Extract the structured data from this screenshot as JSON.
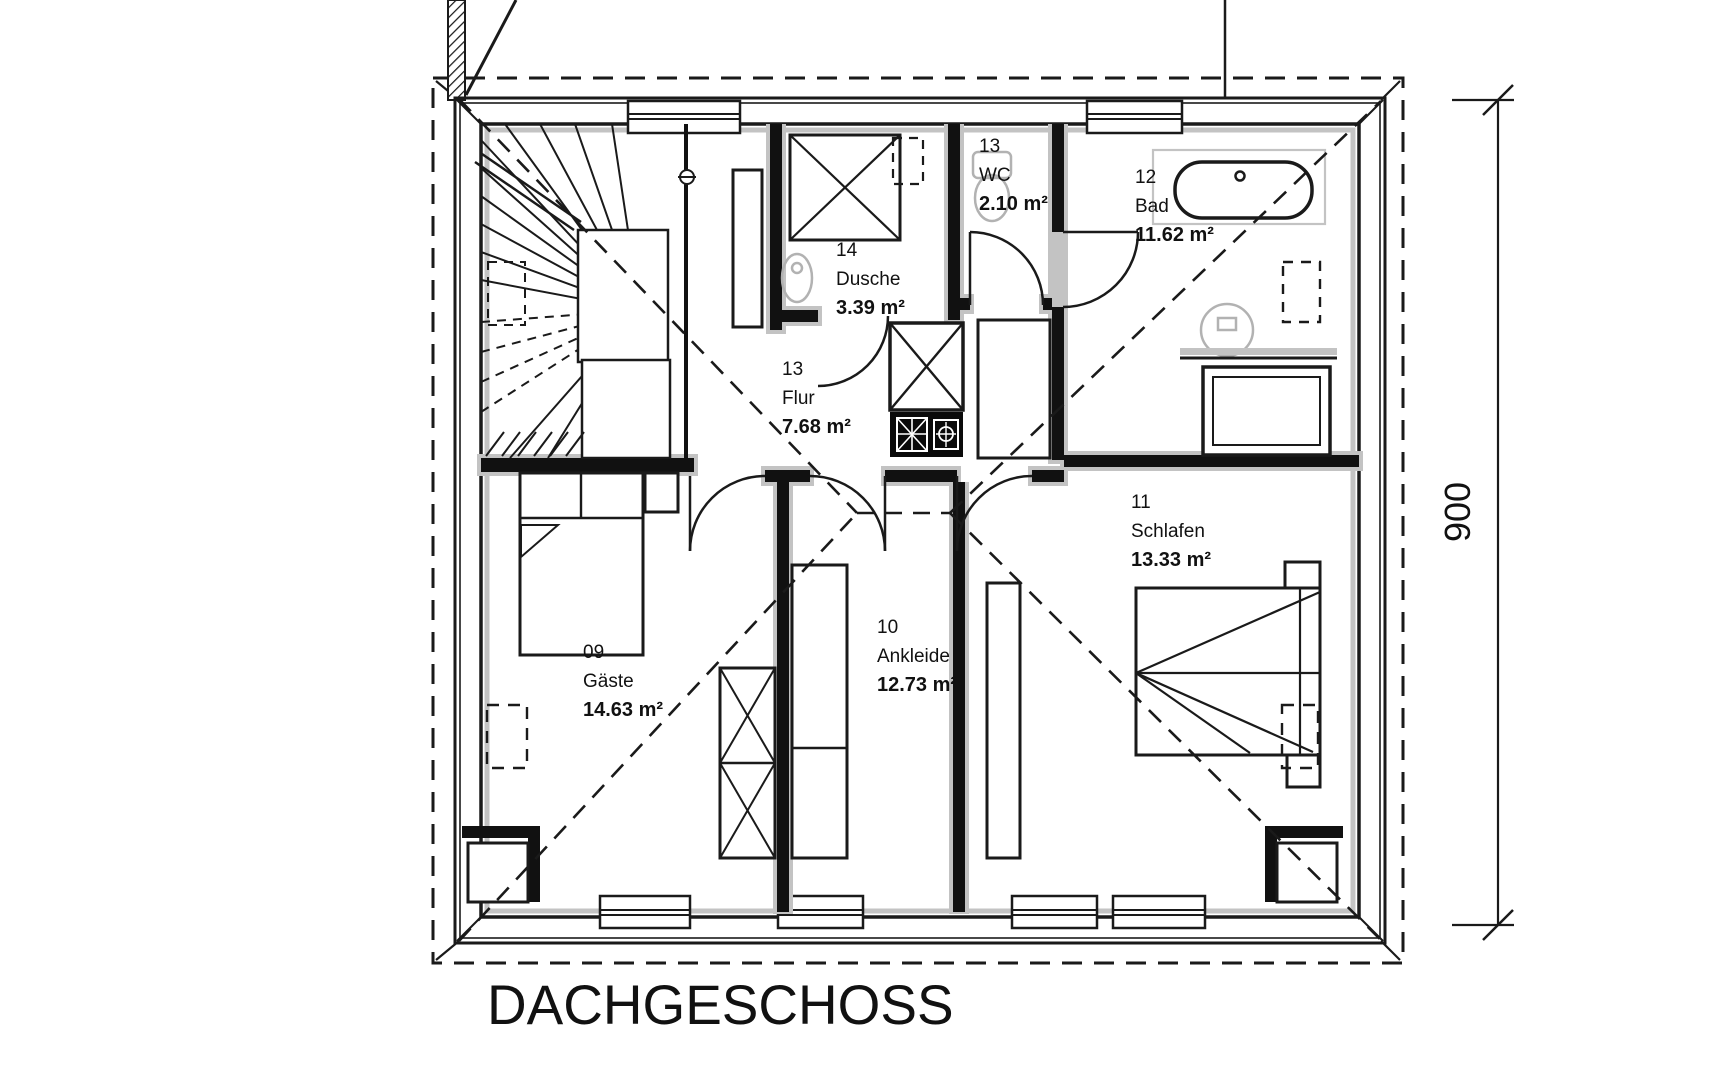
{
  "title": "DACHGESCHOSS",
  "dimension_right": "900",
  "rooms": {
    "gaeste": {
      "number": "09",
      "name": "Gäste",
      "area": "14.63 m²"
    },
    "ankleide": {
      "number": "10",
      "name": "Ankleide",
      "area": "12.73 m²"
    },
    "schlafen": {
      "number": "11",
      "name": "Schlafen",
      "area": "13.33 m²"
    },
    "bad": {
      "number": "12",
      "name": "Bad",
      "area": "11.62 m²"
    },
    "flur": {
      "number": "13",
      "name": "Flur",
      "area": "7.68 m²"
    },
    "dusche": {
      "number": "14",
      "name": "Dusche",
      "area": "3.39 m²"
    },
    "wc": {
      "number": "13",
      "name": "WC",
      "area": "2.10 m²"
    }
  },
  "colors": {
    "line": "#1a1a1a",
    "wall_shadow_gray": "#c3c3c3",
    "fixture_gray": "#b2b2b2",
    "background": "#ffffff"
  }
}
